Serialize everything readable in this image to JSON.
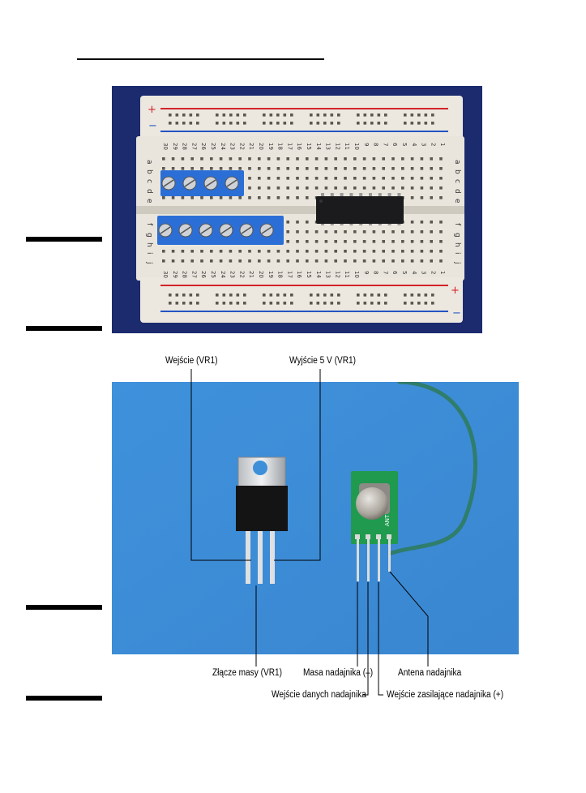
{
  "page": {
    "background": "#ffffff",
    "rule_color": "#000000"
  },
  "figure_top": {
    "subject": "breadboard-with-terminal-blocks-and-ic",
    "background_color": "#1c2b6e",
    "board_color": "#ece8df",
    "rail_red": "#d2232a",
    "rail_blue": "#2453c4",
    "terminal_block_color": "#2b6fd6",
    "column_numbers": [
      "30",
      "29",
      "28",
      "27",
      "26",
      "25",
      "24",
      "23",
      "22",
      "21",
      "20",
      "19",
      "18",
      "17",
      "16",
      "15",
      "14",
      "13",
      "12",
      "11",
      "10",
      "9",
      "8",
      "7",
      "6",
      "5",
      "4",
      "3",
      "2",
      "1"
    ],
    "row_letters_top": [
      "a",
      "b",
      "c",
      "d",
      "e"
    ],
    "row_letters_bottom": [
      "f",
      "g",
      "h",
      "i",
      "j"
    ],
    "plus_sign": "+",
    "minus_sign": "−"
  },
  "figure_bottom": {
    "subject": "voltage-regulator-and-rf-transmitter",
    "background_color": "#3d8fd9",
    "labels": {
      "input_vr1": "Wejście (VR1)",
      "output_vr1": "Wyjście 5 V (VR1)",
      "ground_vr1": "Złącze masy (VR1)",
      "tx_ground": "Masa nadajnika (–)",
      "tx_data": "Wejście danych nadajnika",
      "tx_antenna": "Antena nadajnika",
      "tx_power": "Wejście zasilające nadajnika (+)"
    },
    "chip_marking": "ANT"
  }
}
